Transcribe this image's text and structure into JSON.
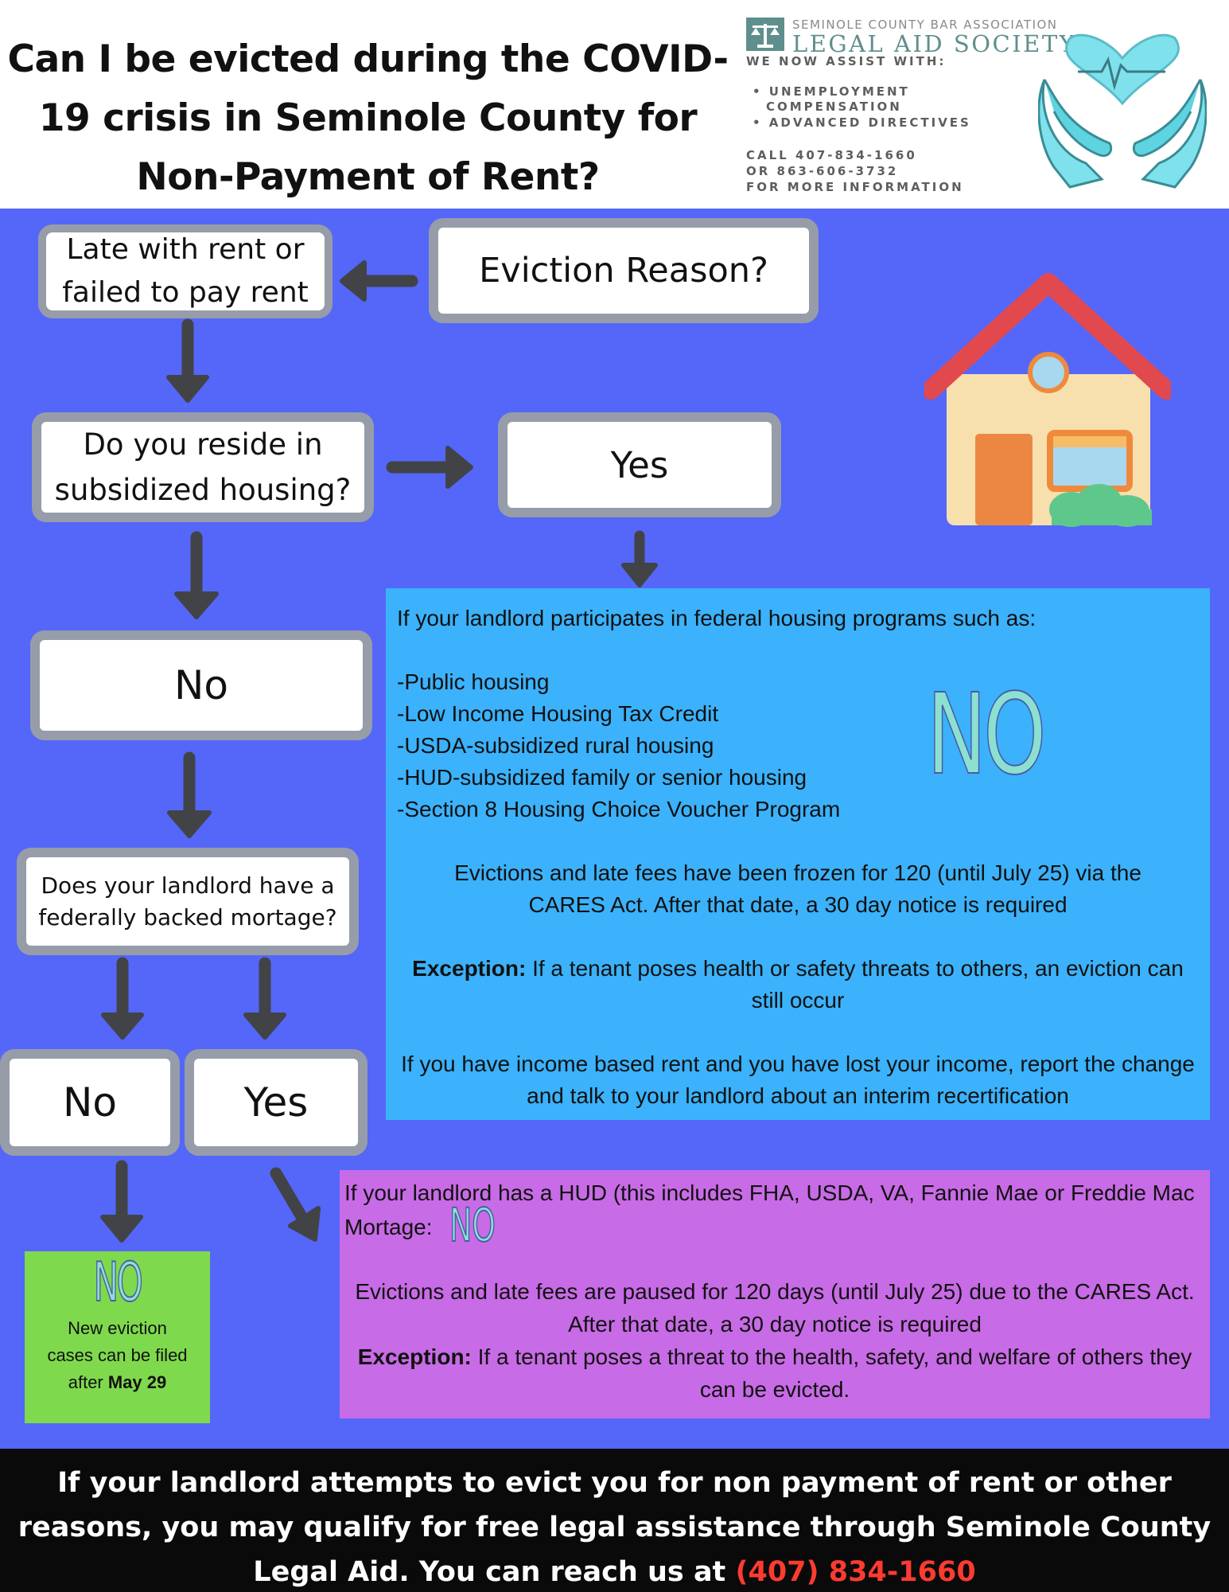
{
  "header": {
    "title_lines": [
      "Can I be evicted during the COVID-",
      "19 crisis in Seminole County for",
      "Non-Payment of Rent?"
    ],
    "logo": {
      "org": "SEMINOLE COUNTY BAR ASSOCIATION",
      "name": "LEGAL AID SOCIETY",
      "assist_heading": "WE NOW ASSIST WITH:",
      "assist_items": [
        "• UNEMPLOYMENT",
        "COMPENSATION",
        "• ADVANCED DIRECTIVES"
      ],
      "contact_lines": [
        "CALL 407-834-1660",
        "OR 863-606-3732",
        "FOR MORE INFORMATION"
      ]
    }
  },
  "flow": {
    "eviction_reason": "Eviction Reason?",
    "late_rent_lines": [
      "Late with rent or",
      "failed to pay rent"
    ],
    "subsidized_lines": [
      "Do you reside in",
      "subsidized housing?"
    ],
    "yes_1": "Yes",
    "no_1": "No",
    "mortgage_lines": [
      "Does your landlord have a",
      "federally backed mortage?"
    ],
    "no_2": "No",
    "yes_2": "Yes"
  },
  "blue_panel": {
    "intro": "If your landlord participates in federal housing programs such as:",
    "programs": [
      "-Public housing",
      "-Low Income Housing Tax Credit",
      "-USDA-subsidized rural housing",
      "-HUD-subsidized family or senior housing",
      "-Section 8 Housing Choice Voucher Program"
    ],
    "big_no": "NO",
    "frozen": "Evictions and late fees have been frozen for 120 (until July 25) via the CARES Act. After that date, a 30 day notice is required",
    "exception_label": "Exception:",
    "exception_text": " If a tenant poses health or safety threats to others, an eviction can still occur",
    "income": "If you have income based rent and you have lost your income, report the change and talk to your landlord about an interim recertification"
  },
  "purple_panel": {
    "intro": "If your landlord has a HUD (this includes FHA, USDA, VA, Fannie Mae or Freddie Mac Mortage:",
    "no": "NO",
    "paused": "Evictions and late fees are paused for 120 days (until July 25) due to the CARES Act. After that date, a 30 day notice is required",
    "exception_label": "Exception:",
    "exception_text": " If a tenant poses a threat to the health, safety, and welfare of others they can be evicted."
  },
  "green_panel": {
    "no": "NO",
    "text_lines": [
      "New eviction",
      "cases can be filed"
    ],
    "after": "after ",
    "date": "May 29"
  },
  "footer": {
    "line1": "If your landlord attempts to evict you for non payment of rent  or other",
    "line2": "reasons, you may qualify for free legal assistance through Seminole County",
    "line3": "Legal Aid. You can reach us at ",
    "phone": "(407) 834-1660"
  },
  "colors": {
    "flow_background": "#5467f8",
    "box_border": "#979ca9",
    "blue_panel": "#3bb2fb",
    "purple_panel": "#c86be6",
    "green_panel": "#7fd94c",
    "phone": "#ff3b30",
    "logo_teal": "#5f8f8c"
  },
  "icons": [
    "balance-scale-icon",
    "heart-hands-icon",
    "house-icon",
    "arrow-icon"
  ]
}
